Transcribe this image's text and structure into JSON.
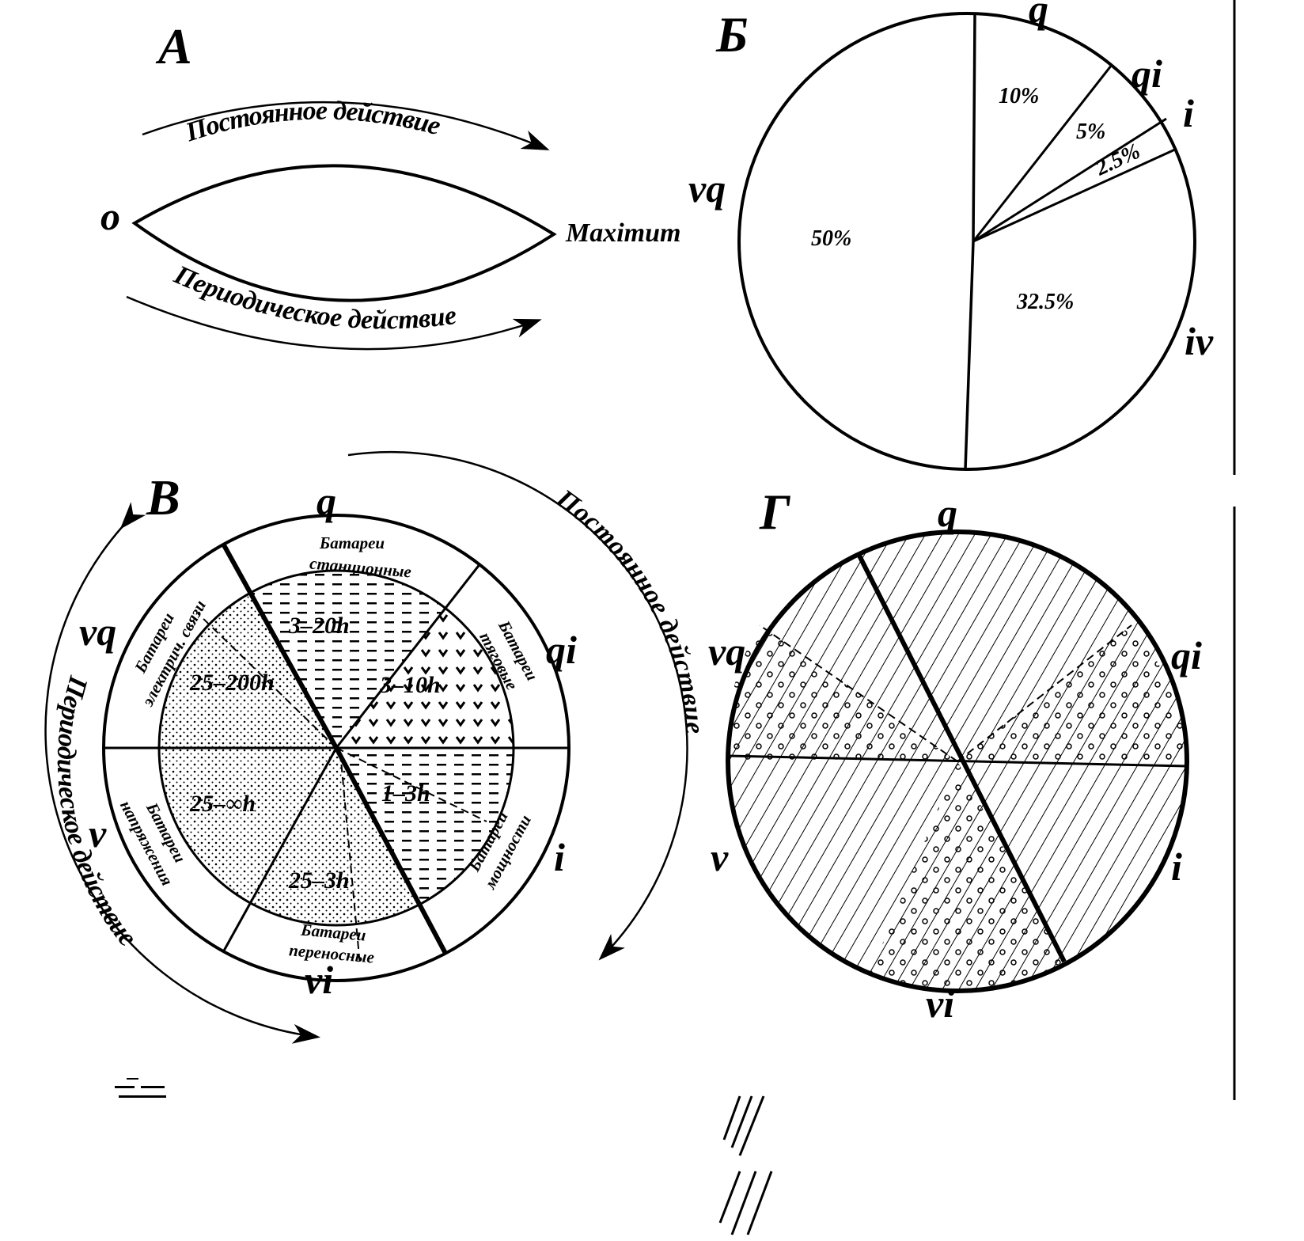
{
  "panel_a": {
    "title": "А",
    "start_label": "o",
    "end_label": "Maximum",
    "upper_arc": "Постоянное действие",
    "lower_arc": "Периодическое действие"
  },
  "panel_b": {
    "title": "Б",
    "type": "pie",
    "slices": [
      {
        "label": "10%",
        "value": 10
      },
      {
        "label": "5%",
        "value": 5
      },
      {
        "label": "2.5%",
        "value": 2.5
      },
      {
        "label": "32.5%",
        "value": 32.5
      },
      {
        "label": "50%",
        "value": 50
      }
    ],
    "markers": [
      "q",
      "qi",
      "i",
      "iv",
      "vq"
    ]
  },
  "panel_v": {
    "title": "В",
    "markers": {
      "q": "q",
      "qi": "qi",
      "i": "i",
      "vi": "vi",
      "v": "v",
      "vq": "vq"
    },
    "outer_arc_right": "Постоянное действие",
    "outer_arc_left": "Периодическое действие",
    "ring": {
      "station": [
        "Батареи",
        "станционные"
      ],
      "traction": [
        "Батареи",
        "тяговые"
      ],
      "power": [
        "Батареи",
        "мощности"
      ],
      "portable": [
        "Батареи",
        "переносные"
      ],
      "voltage": [
        "Батареи",
        "напряжения"
      ],
      "comm": [
        "Батареи",
        "электрич. связи"
      ]
    },
    "hours": {
      "station": "3–20h",
      "traction": "3–10h",
      "power": "1–3h",
      "portable": "25–3h",
      "voltage": "25–∞h",
      "comm": "25–200h"
    }
  },
  "panel_g": {
    "title": "Г",
    "markers": {
      "q": "q",
      "qi": "qi",
      "i": "i",
      "vi": "vi",
      "v": "v",
      "vq": "vq"
    }
  }
}
